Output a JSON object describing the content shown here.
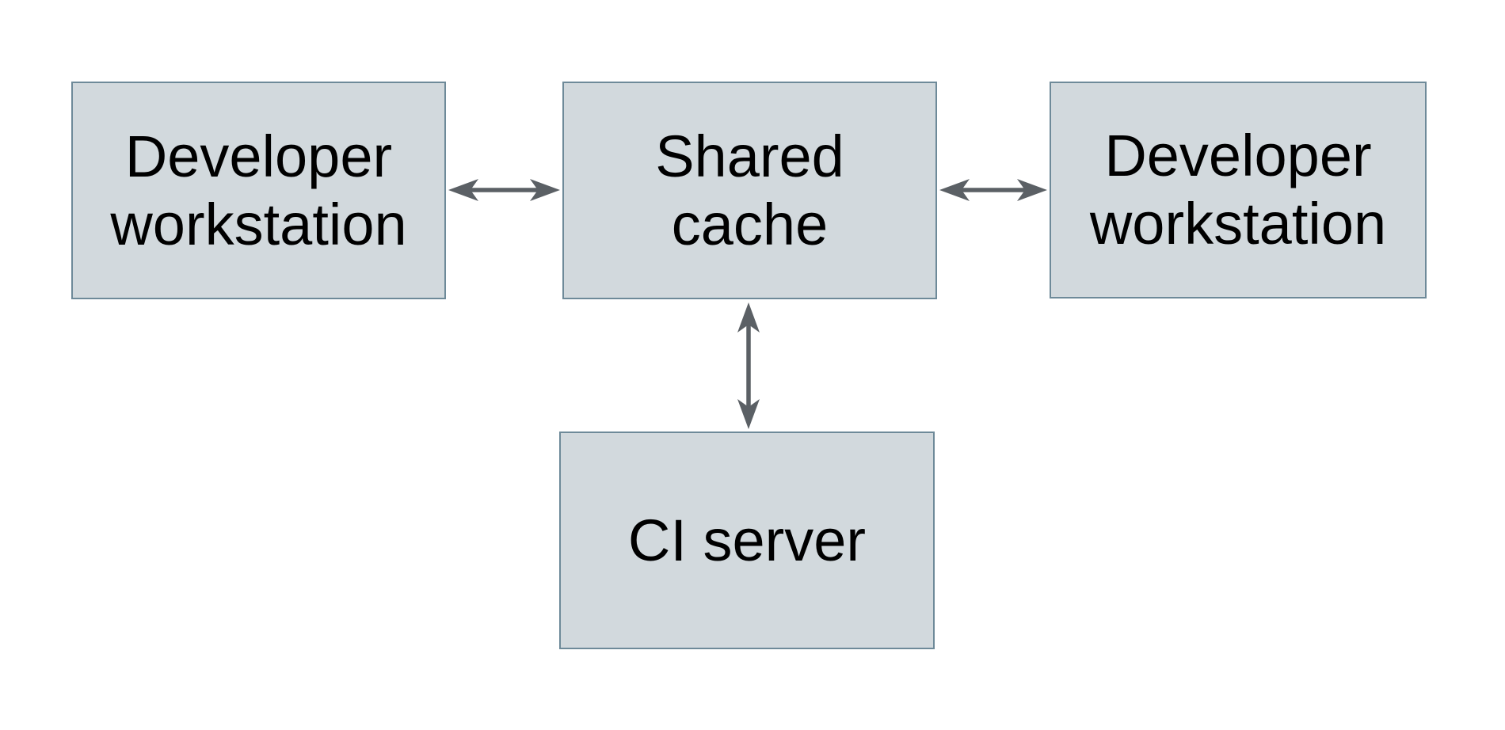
{
  "diagram": {
    "type": "architecture-diagram",
    "nodes": [
      {
        "id": "developer-workstation-left",
        "label": "Developer\nworkstation"
      },
      {
        "id": "shared-cache",
        "label": "Shared\ncache"
      },
      {
        "id": "developer-workstation-right",
        "label": "Developer\nworkstation"
      },
      {
        "id": "ci-server",
        "label": "CI server"
      }
    ],
    "edges": [
      {
        "from": "developer-workstation-left",
        "to": "shared-cache",
        "direction": "bidirectional"
      },
      {
        "from": "shared-cache",
        "to": "developer-workstation-right",
        "direction": "bidirectional"
      },
      {
        "from": "shared-cache",
        "to": "ci-server",
        "direction": "bidirectional"
      }
    ],
    "colors": {
      "background": "#ffffff",
      "box_fill": "#d2d9dd",
      "box_border": "#6e8a99",
      "arrow": "#5b6065",
      "text": "#000000"
    }
  }
}
